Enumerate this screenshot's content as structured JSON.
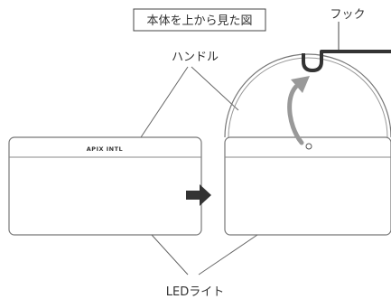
{
  "title": "本体を上から見た図",
  "labels": {
    "hook": "フック",
    "handle": "ハンドル",
    "led": "LEDライト"
  },
  "device": {
    "brand": "APIX INTL"
  }
}
